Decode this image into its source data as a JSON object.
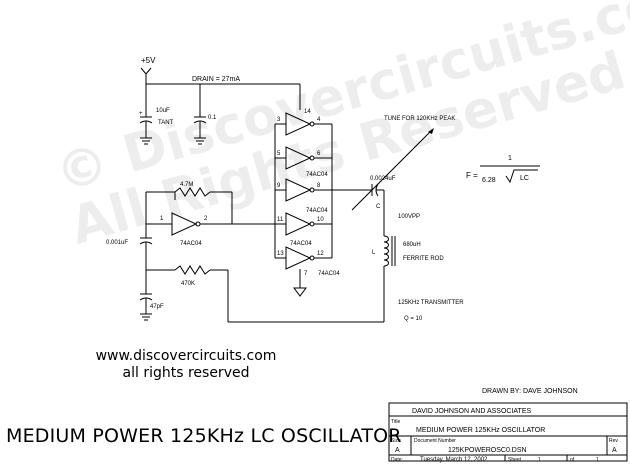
{
  "supply": "+5V",
  "drain": "DRAIN = 27mA",
  "caps": {
    "c_tant_value": "10uF",
    "c_tant_type": "TANT",
    "c_bypass": "0.1",
    "c_input": "0.001uF",
    "c_47": "47pF",
    "c_tune": "0.0024uF",
    "c_tune_ref": "C"
  },
  "resistors": {
    "r_feedback": "4.7M",
    "r_470": "470K"
  },
  "ic_label": "74AC04",
  "pins": [
    "1",
    "2",
    "3",
    "4",
    "5",
    "6",
    "9",
    "8",
    "11",
    "10",
    "13",
    "12",
    "14",
    "7"
  ],
  "tune_note": "TUNE FOR 120KHz PEAK",
  "formula": {
    "lhs": "F =",
    "num": "1",
    "coef": "6.28",
    "rad": "LC"
  },
  "vpp": "100VPP",
  "inductor": {
    "ref": "L",
    "value": "680uH",
    "type": "FERRITE ROD"
  },
  "transmitter": "125KHz TRANSMITTER",
  "q": "Q = 10",
  "site_line1": "www.discovercircuits.com",
  "site_line2": "all rights reserved",
  "watermark_line1": "© Discovercircuits.com",
  "watermark_line2": "All Rights Reserved",
  "main_title": "MEDIUM POWER 125KHz LC OSCILLATOR",
  "drawn_by": "DRAWN BY: DAVE JOHNSON",
  "title_block": {
    "company": "DAVID JOHNSON AND ASSOCIATES",
    "title_label": "Title",
    "title": "MEDIUM POWER 125KHz OSCILLATOR",
    "size_label": "Size",
    "size": "A",
    "docnum_label": "Document Number",
    "docnum": "125KPOWEROSC0.DSN",
    "rev_label": "Rev",
    "rev": "A",
    "date_label": "Date:",
    "date": "Tuesday, March 12, 2002",
    "sheet_label": "Sheet",
    "sheet": "1",
    "of_label": "of",
    "of": "1"
  }
}
